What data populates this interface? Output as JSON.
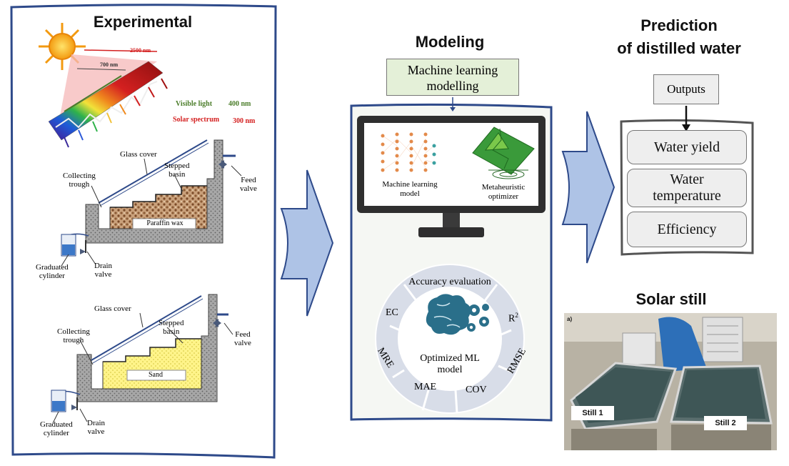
{
  "panels": {
    "experimental_title": "Experimental",
    "modeling_title": "Modeling",
    "prediction_title_line1": "Prediction",
    "prediction_title_line2": "of distilled water",
    "solar_still_title": "Solar still"
  },
  "spectrum": {
    "wavelength_long": "2500 nm",
    "wavelength_mid": "700 nm",
    "visible_light_label": "Visible light",
    "visible_light_value": "400 nm",
    "solar_spectrum_label": "Solar spectrum",
    "solar_spectrum_value": "300 nm"
  },
  "still_top": {
    "glass_cover": "Glass cover",
    "stepped": "Stepped",
    "basin": "basin",
    "feed": "Feed",
    "valve": "valve",
    "collecting": "Collecting",
    "trough": "trough",
    "material": "Paraffin wax",
    "graduated": "Graduated",
    "cylinder": "cylinder",
    "drain": "Drain",
    "drain_valve": "valve"
  },
  "still_bottom": {
    "glass_cover": "Glass cover",
    "stepped": "Stepped",
    "basin": "basin",
    "feed": "Feed",
    "valve": "valve",
    "collecting": "Collecting",
    "trough": "trough",
    "material": "Sand",
    "graduated": "Graduated",
    "cylinder": "cylinder",
    "drain": "Drain",
    "drain_valve": "valve"
  },
  "modeling": {
    "ml_box_line1": "Machine learning",
    "ml_box_line2": "modelling",
    "ml_model_line1": "Machine learning",
    "ml_model_line2": "model",
    "meta_line1": "Metaheuristic",
    "meta_line2": "optimizer",
    "accuracy": "Accuracy evaluation",
    "ec": "EC",
    "r2_base": "R",
    "r2_sup": "2",
    "mre": "MRE",
    "rmse": "RMSE",
    "mae": "MAE",
    "cov": "COV",
    "optimized_line1": "Optimized ML",
    "optimized_line2": "model"
  },
  "prediction": {
    "outputs": "Outputs",
    "water_yield": "Water yield",
    "water_temperature_line1": "Water",
    "water_temperature_line2": "temperature",
    "efficiency": "Efficiency"
  },
  "photo": {
    "label_a": "a)",
    "still_1": "Still 1",
    "still_2": "Still 2"
  },
  "colors": {
    "panel_border": "#2e4a8a",
    "arrow_fill": "#aec3e6",
    "ml_box_fill": "#e4f0d8",
    "accent_red": "#d42020",
    "accent_green": "#4b7d2a"
  }
}
